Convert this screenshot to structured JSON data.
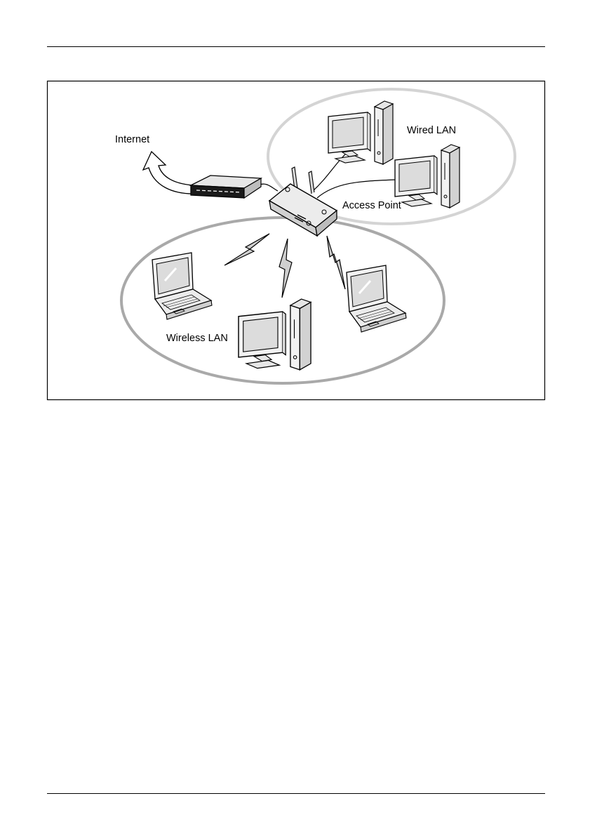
{
  "diagram": {
    "labels": {
      "internet": "Internet",
      "wired_lan": "Wired LAN",
      "access_point": "Access Point",
      "wireless_lan": "Wireless LAN"
    },
    "colors": {
      "stroke": "#000000",
      "screen": "#dcdcdc",
      "device_fill": "#f2f2f2",
      "wired_ellipse": "#d4d4d4",
      "wireless_ellipse": "#a9a9a9",
      "bolt_fill": "#cfcfcf"
    },
    "icons": [
      "internet-arrow-icon",
      "router-icon",
      "access-point-icon",
      "desktop-pc-icon",
      "laptop-icon",
      "lightning-bolt-icon"
    ]
  }
}
